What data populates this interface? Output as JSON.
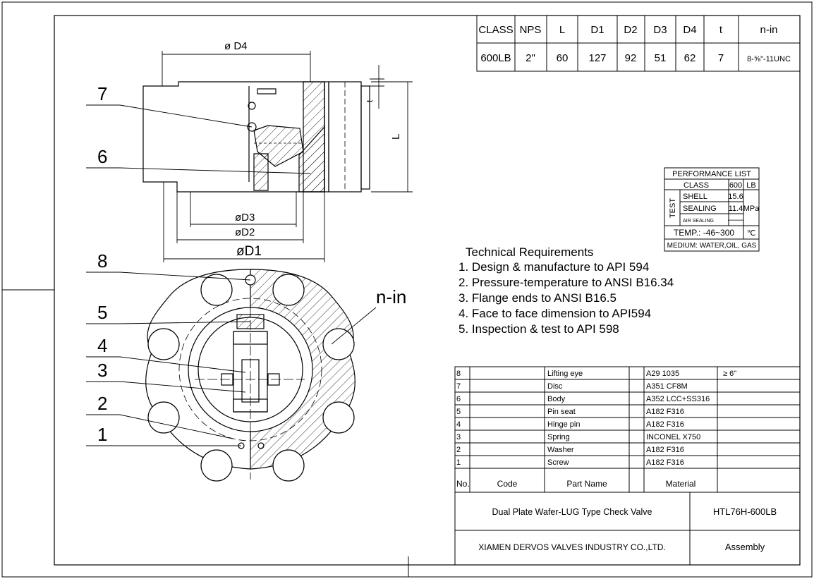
{
  "dim_table": {
    "headers": [
      "CLASS",
      "NPS",
      "L",
      "D1",
      "D2",
      "D3",
      "D4",
      "t",
      "n-in"
    ],
    "row": [
      "600LB",
      "2\"",
      "60",
      "127",
      "92",
      "51",
      "62",
      "7",
      "8-⅝\"-11UNC"
    ]
  },
  "drawing_labels": {
    "d4": "ø D4",
    "d3": "øD3",
    "d2": "øD2",
    "d1": "øD1",
    "l": "L",
    "t": "t",
    "nin": "n-in",
    "callouts": [
      "7",
      "6",
      "8",
      "5",
      "4",
      "3",
      "2",
      "1"
    ]
  },
  "performance": {
    "title": "PERFORMANCE LIST",
    "class_label": "CLASS",
    "class_value": "600",
    "class_unit": "LB",
    "test_label": "TEST",
    "shell_label": "SHELL",
    "shell_value": "15.6",
    "sealing_label": "SEALING",
    "sealing_value": "11.4",
    "air_label": "AIR SEALING",
    "air_value": "——",
    "pressure_unit": "MPa",
    "temp": "TEMP.: -46~300",
    "temp_unit": "℃",
    "medium": "MEDIUM: WATER,OIL, GAS"
  },
  "requirements": {
    "title": "Technical Requirements",
    "items": [
      "1. Design & manufacture to API 594",
      "2. Pressure-temperature to ANSI B16.34",
      "3. Flange ends to ANSI B16.5",
      "4. Face to face dimension to API594",
      "5. Inspection & test to API 598"
    ]
  },
  "bom": {
    "rows": [
      {
        "no": "8",
        "code": "",
        "name": "Lifting eye",
        "material": "A29 1035",
        "note": "≥ 6\""
      },
      {
        "no": "7",
        "code": "",
        "name": "Disc",
        "material": "A351 CF8M",
        "note": ""
      },
      {
        "no": "6",
        "code": "",
        "name": "Body",
        "material": "A352 LCC+SS316",
        "note": ""
      },
      {
        "no": "5",
        "code": "",
        "name": "Pin seat",
        "material": "A182 F316",
        "note": ""
      },
      {
        "no": "4",
        "code": "",
        "name": "Hinge pin",
        "material": "A182 F316",
        "note": ""
      },
      {
        "no": "3",
        "code": "",
        "name": "Spring",
        "material": "INCONEL X750",
        "note": ""
      },
      {
        "no": "2",
        "code": "",
        "name": "Washer",
        "material": "A182 F316",
        "note": ""
      },
      {
        "no": "1",
        "code": "",
        "name": "Screw",
        "material": "A182 F316",
        "note": ""
      }
    ],
    "header": {
      "no": "No.",
      "code": "Code",
      "name": "Part Name",
      "material": "Material"
    }
  },
  "title_block": {
    "product": "Dual Plate Wafer-LUG Type Check Valve",
    "model": "HTL76H-600LB",
    "company": "XIAMEN DERVOS VALVES INDUSTRY CO.,LTD.",
    "sheet": "Assembly"
  }
}
